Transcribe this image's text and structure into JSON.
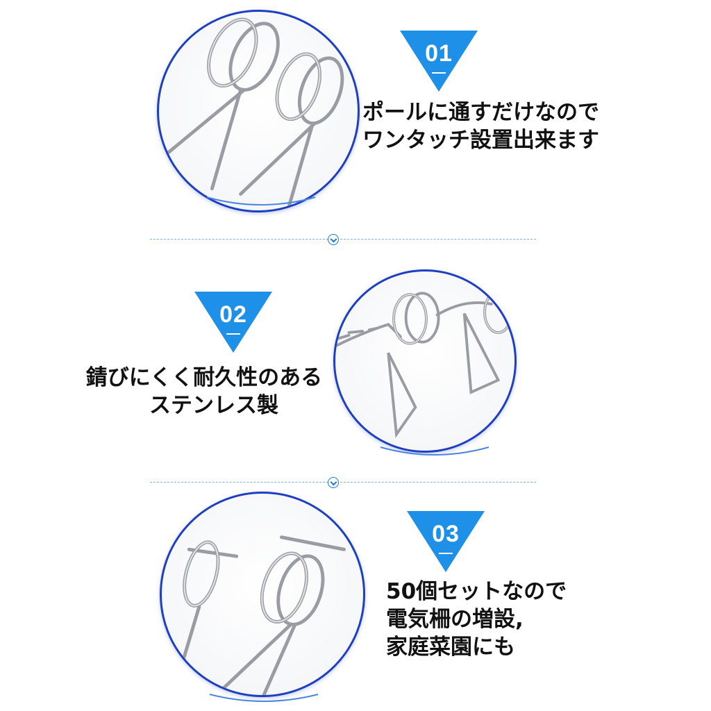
{
  "features": [
    {
      "number": "01",
      "caption_lines": [
        "ポールに通すだけなので",
        "ワンタッチ設置出来ます"
      ],
      "image": "spring-clip-photo-pole"
    },
    {
      "number": "02",
      "caption_lines": [
        "錆びにくく耐久性のある",
        "ステンレス製"
      ],
      "image": "spring-clip-photo-stainless"
    },
    {
      "number": "03",
      "caption_lines": [
        "50個セットなので",
        "電気柵の増設,",
        "家庭菜園にも"
      ],
      "image": "spring-clip-photo-set"
    }
  ],
  "colors": {
    "accent_blue": "#1e90e8",
    "circle_border": "#1e3fbf",
    "divider": "#7fb0e6",
    "text": "#111111"
  },
  "icons": {
    "divider": "chevron-down-circle-icon"
  }
}
